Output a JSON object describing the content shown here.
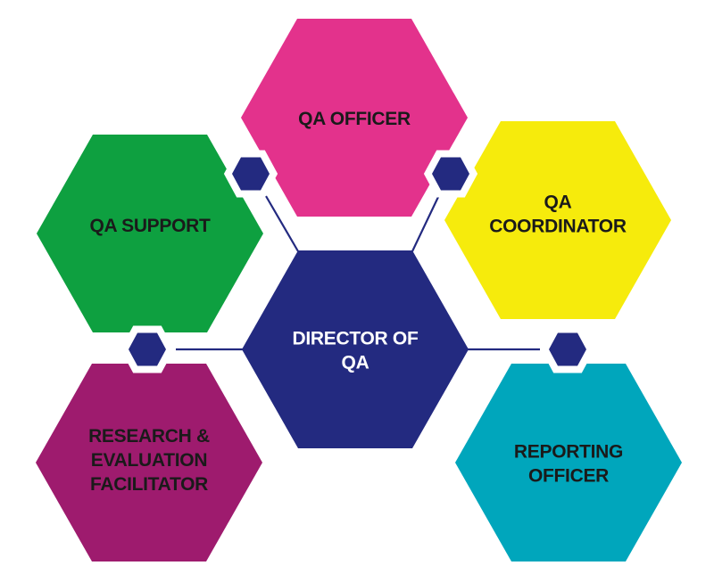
{
  "title": "QA Team Structure",
  "colors": {
    "connector": "#232A80",
    "background": "#FFFFFF",
    "dark_text": "#1A1A1A",
    "light_text": "#FFFFFF"
  },
  "center": {
    "id": "director",
    "lines": [
      "DIRECTOR OF",
      "QA"
    ],
    "fill": "#232A80",
    "text_color": "#FFFFFF"
  },
  "roles": [
    {
      "id": "qa-officer",
      "lines": [
        "QA OFFICER"
      ],
      "fill": "#E3328C",
      "text_color": "#1A1A1A"
    },
    {
      "id": "qa-support",
      "lines": [
        "QA SUPPORT"
      ],
      "fill": "#0EA040",
      "text_color": "#1A1A1A"
    },
    {
      "id": "qa-coordinator",
      "lines": [
        "QA",
        "COORDINATOR"
      ],
      "fill": "#F6EB0C",
      "text_color": "#1A1A1A"
    },
    {
      "id": "research-evaluation-facilitator",
      "lines": [
        "RESEARCH &",
        "EVALUATION",
        "FACILITATOR"
      ],
      "fill": "#9E1B6E",
      "text_color": "#1A1A1A"
    },
    {
      "id": "reporting-officer",
      "lines": [
        "REPORTING",
        "OFFICER"
      ],
      "fill": "#00A6BC",
      "text_color": "#1A1A1A"
    }
  ],
  "connections": [
    {
      "from": "director",
      "via": "node-top-left"
    },
    {
      "from": "director",
      "via": "node-top-right"
    },
    {
      "from": "director",
      "via": "node-left"
    },
    {
      "from": "director",
      "via": "node-right"
    }
  ]
}
